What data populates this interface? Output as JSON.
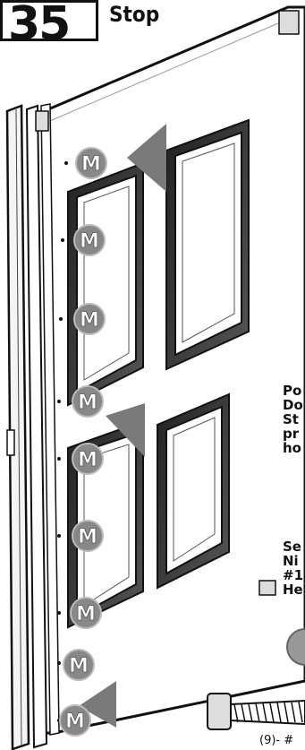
{
  "step": {
    "number": "35",
    "title": "Stop"
  },
  "instructions": {
    "paragraph1": [
      "Po",
      "Do",
      "St",
      "pr",
      "ho"
    ],
    "paragraph2": [
      "Se",
      "Ni",
      "#1",
      "He"
    ]
  },
  "markers": {
    "label": "M",
    "count": 9
  },
  "parts_caption": "(9)- #",
  "colors": {
    "ink": "#111111",
    "marker_gray": "#888888",
    "arrow_gray": "#7a7a7a"
  },
  "icons": [
    "nail-marker-icon",
    "direction-arrow-icon",
    "screw-icon"
  ]
}
